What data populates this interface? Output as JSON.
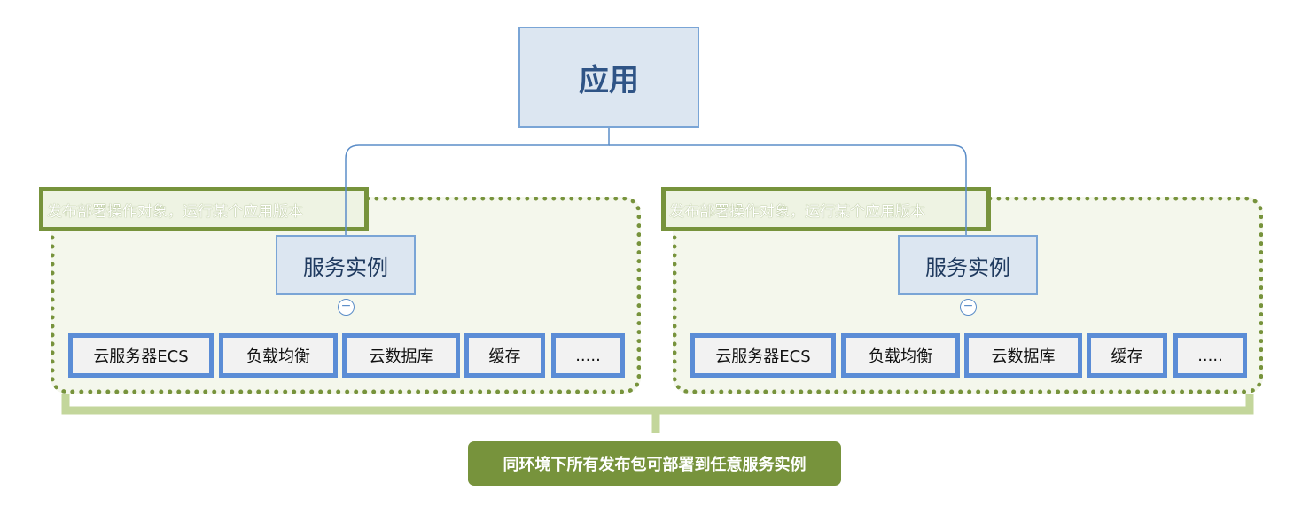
{
  "root": {
    "label": "应用"
  },
  "groups": [
    {
      "label": "发布部署操作对象，运行某个应用版本",
      "instance": "服务实例",
      "collapse_symbol": "−",
      "resources": [
        "云服务器ECS",
        "负载均衡",
        "云数据库",
        "缓存",
        "....."
      ]
    },
    {
      "label": "发布部署操作对象，运行某个应用版本",
      "instance": "服务实例",
      "collapse_symbol": "−",
      "resources": [
        "云服务器ECS",
        "负载均衡",
        "云数据库",
        "缓存",
        "....."
      ]
    }
  ],
  "bottom": {
    "label": "同环境下所有发布包可部署到任意服务实例"
  },
  "colors": {
    "box_fill": "#dce6f1",
    "box_border": "#7aa5d6",
    "group_green": "#77933c",
    "group_fill": "#f4f7ec",
    "resource_border": "#5b8dd6",
    "bracket": "#c3d69b"
  }
}
